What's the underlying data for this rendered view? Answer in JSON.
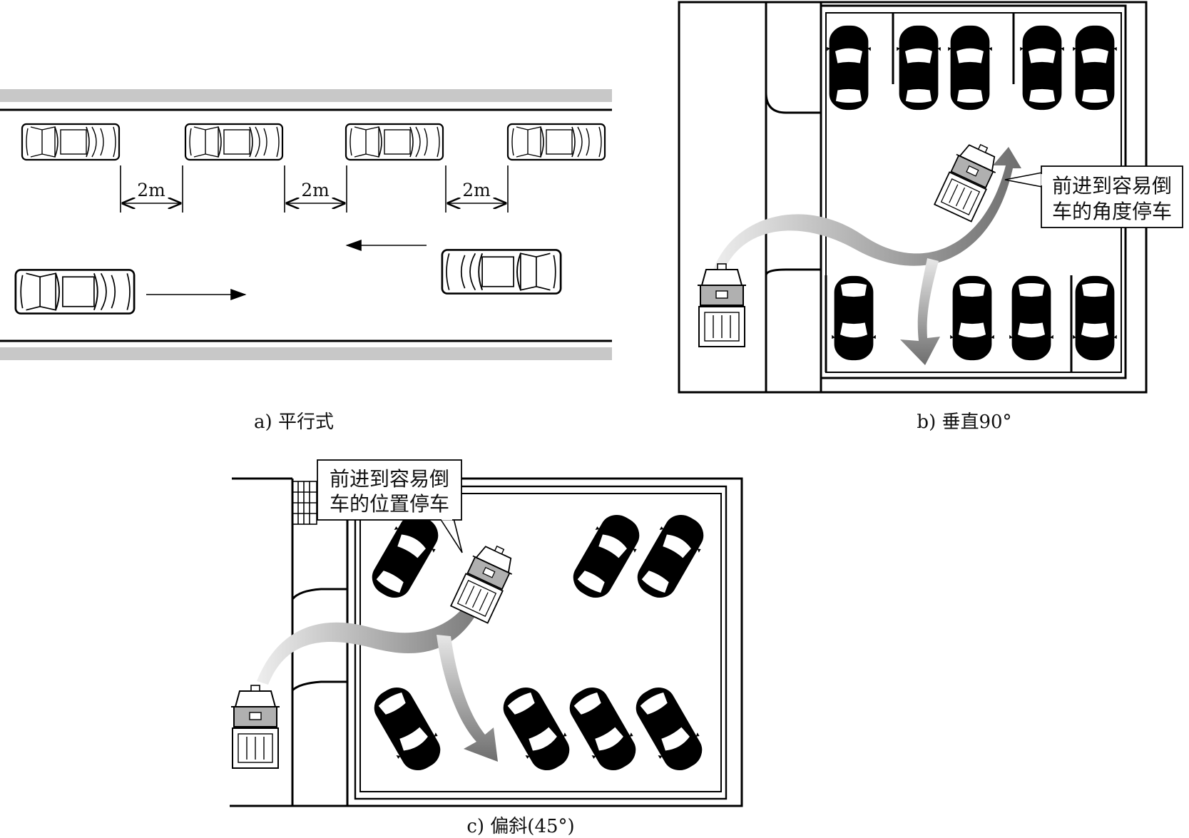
{
  "panel_a": {
    "caption": "a) 平行式",
    "gap_labels": [
      "2m",
      "2m",
      "2m"
    ]
  },
  "panel_b": {
    "caption": "b) 垂直90°",
    "callout_lines": [
      "前进到容易倒",
      "车的角度停车"
    ]
  },
  "panel_c": {
    "caption": "c) 偏斜(45°)",
    "callout_lines": [
      "前进到容易倒",
      "车的位置停车"
    ]
  },
  "colors": {
    "car_light": "#e6e6e6",
    "car_mid": "#a8a8a8",
    "car_dark": "#6e6e6e",
    "road_band": "#c8c8c8",
    "arrow_start": "#ededed",
    "arrow_end": "#707070"
  }
}
